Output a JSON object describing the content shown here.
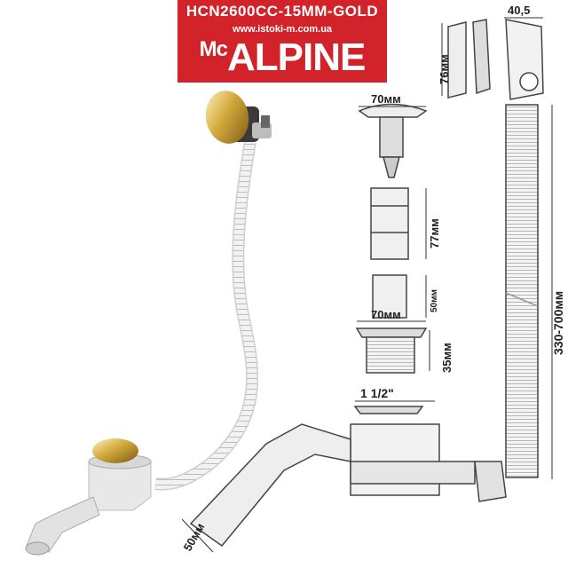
{
  "header": {
    "model": "HCN2600CC-15MM-GOLD",
    "website": "www.istoki-m.com.ua",
    "brand_prefix": "Mc",
    "brand_main": "ALPINE"
  },
  "colors": {
    "banner": "#d2232a",
    "gold": "#c9a34a",
    "hose": "#e6e6e6",
    "line": "#444444"
  },
  "dimensions": {
    "overflow_width": "40,5",
    "overflow_height": "76мм",
    "cap_width": "70мм",
    "drain_height": "77мм",
    "spacer_height": "50мм",
    "flange_width": "70мм",
    "flange_height": "35мм",
    "thread": "1 1/2\"",
    "hose_length": "330-700мм",
    "outlet_diameter": "50мм"
  }
}
